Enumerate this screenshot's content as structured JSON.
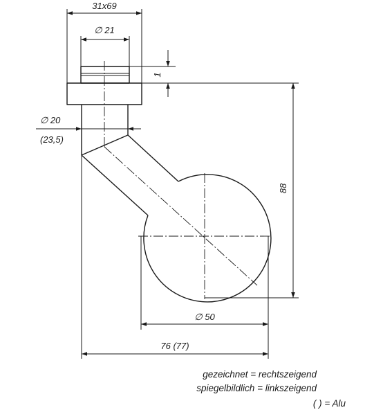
{
  "dimensions": {
    "flange_size": "31x69",
    "flange_diameter": "∅ 21",
    "tube_diameter": "∅ 20",
    "tube_diameter_alu": "(23,5)",
    "flange_offset": "1",
    "total_height": "88",
    "ball_diameter": "∅ 50",
    "total_width": "76 (77)"
  },
  "notes": {
    "drawn": "gezeichnet = rechtszeigend",
    "mirrored": "spiegelbildlich = linkszeigend",
    "legend": "( ) = Alu"
  }
}
